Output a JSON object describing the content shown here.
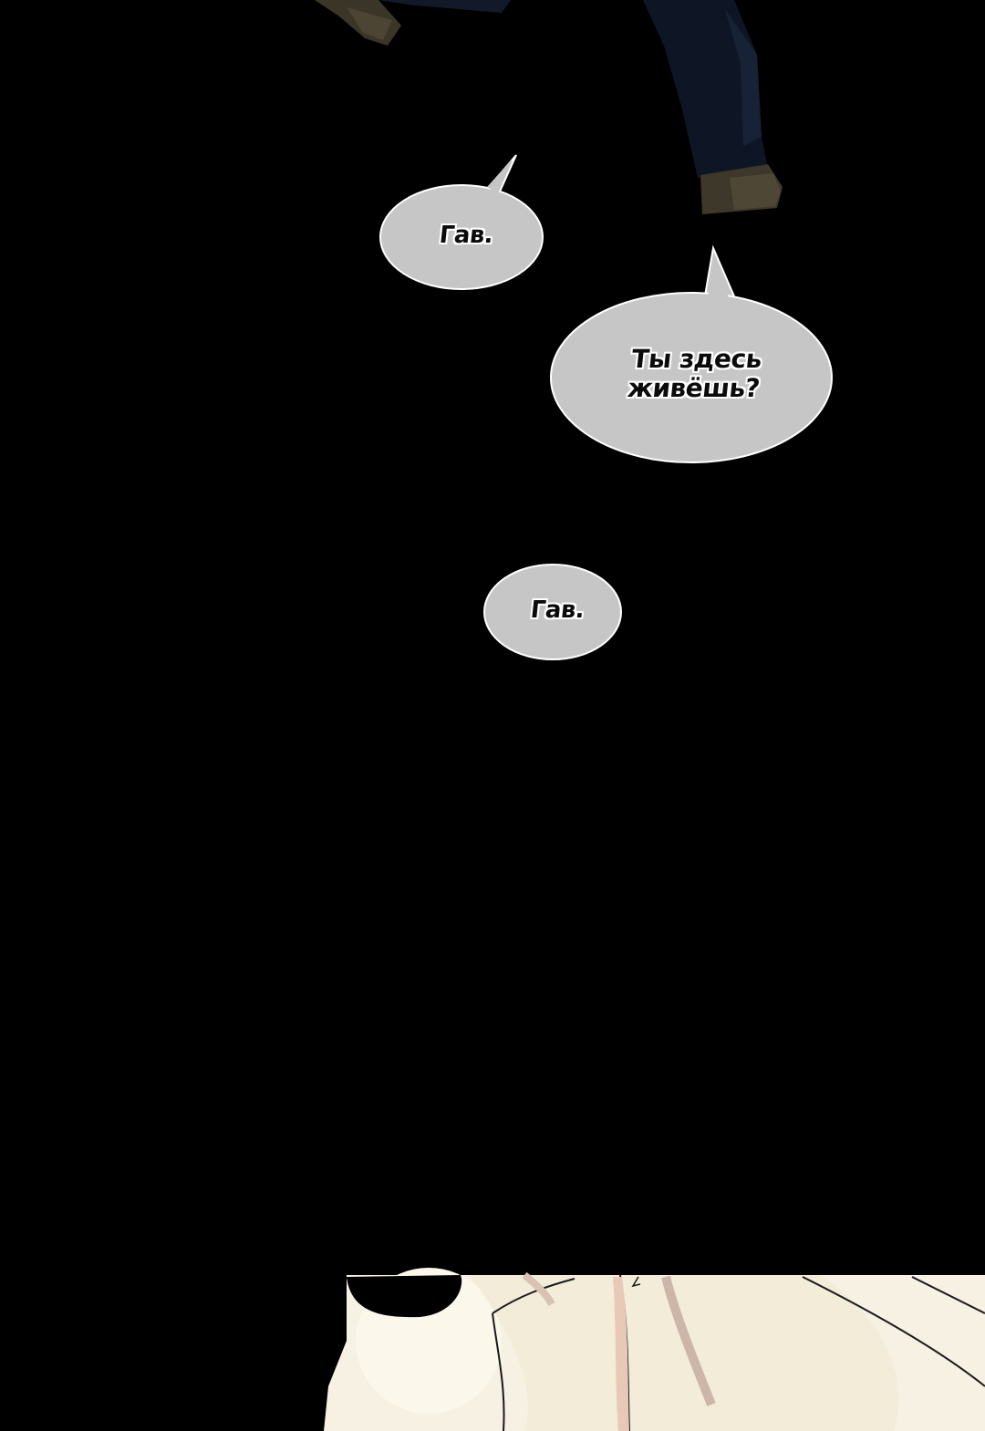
{
  "panel": {
    "background_color": "#000000",
    "bubble_fill": "#c6c6c6"
  },
  "dialogue": {
    "bubble1": "Гав.",
    "bubble2": "Ты здесь\nживёшь?",
    "bubble3": "Гав."
  }
}
